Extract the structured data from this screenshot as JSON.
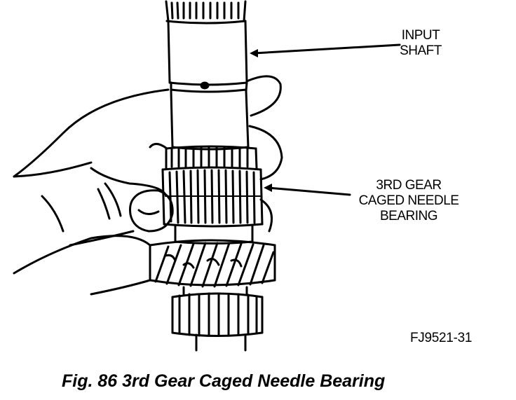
{
  "labels": {
    "input_shaft": [
      "INPUT",
      "SHAFT"
    ],
    "bearing": [
      "3RD GEAR",
      "CAGED NEEDLE",
      "BEARING"
    ]
  },
  "figure_code": "FJ9521-31",
  "caption": "Fig. 86 3rd Gear Caged Needle Bearing"
}
